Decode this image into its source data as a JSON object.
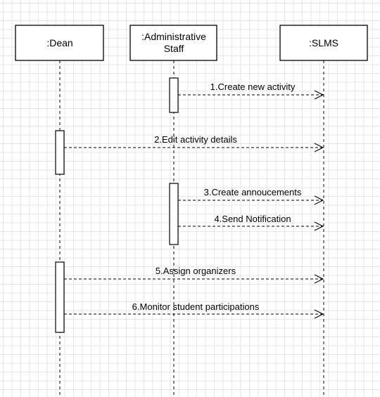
{
  "participants": [
    {
      "id": "dean",
      "label": ":Dean"
    },
    {
      "id": "admin",
      "label": ":Administrative Staff"
    },
    {
      "id": "slms",
      "label": ":SLMS"
    }
  ],
  "messages": [
    {
      "label": "1.Create new activity",
      "from": "admin",
      "to": "slms"
    },
    {
      "label": "2.Edit activity details",
      "from": "dean",
      "to": "slms"
    },
    {
      "label": "3.Create annoucements",
      "from": "admin",
      "to": "slms"
    },
    {
      "label": "4.Send Notification",
      "from": "admin",
      "to": "slms"
    },
    {
      "label": "5.Assign organizers",
      "from": "dean",
      "to": "slms"
    },
    {
      "label": "6.Monitor student participations",
      "from": "dean",
      "to": "slms"
    }
  ]
}
